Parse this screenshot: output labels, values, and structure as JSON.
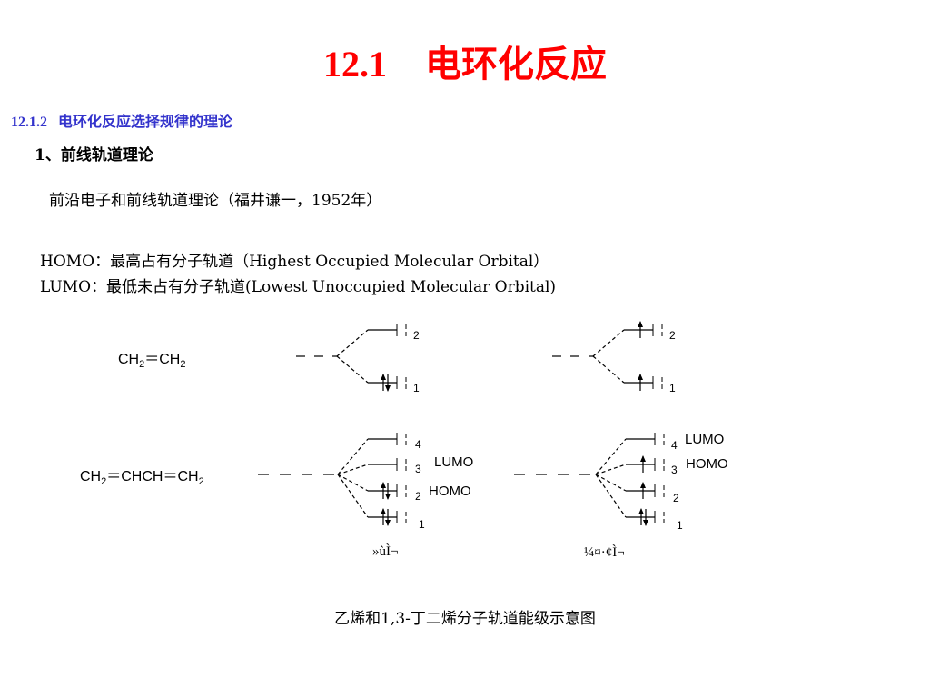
{
  "title": {
    "number": "12.1",
    "text": "电环化反应"
  },
  "section": {
    "number": "12.1.2",
    "text": "电环化反应选择规律的理论"
  },
  "subheading": "1、前线轨道理论",
  "intro": "前沿电子和前线轨道理论（福井谦一，1952年）",
  "definitions": {
    "homo": "HOMO：最高占有分子轨道（Highest Occupied Molecular Orbital）",
    "lumo": "LUMO：最低未占有分子轨道(Lowest Unoccupied Molecular Orbital)"
  },
  "diagram": {
    "ethylene": {
      "label_main": "CH",
      "label_sub1": "2",
      "label_mid": "＝CH",
      "label_sub2": "2"
    },
    "butadiene": {
      "label_main": "CH",
      "label_sub1": "2",
      "label_mid": "＝CHCH＝CH",
      "label_sub2": "2"
    },
    "level_numbers": {
      "one": "1",
      "two": "2",
      "three": "3",
      "four": "4"
    },
    "frontier_labels": {
      "lumo": "LUMO",
      "homo": "HOMO"
    },
    "state_labels": {
      "ground": "»ùÌ¬",
      "excited": "¼¤·¢Ì¬"
    }
  },
  "caption": "乙烯和1,3-丁二烯分子轨道能级示意图"
}
